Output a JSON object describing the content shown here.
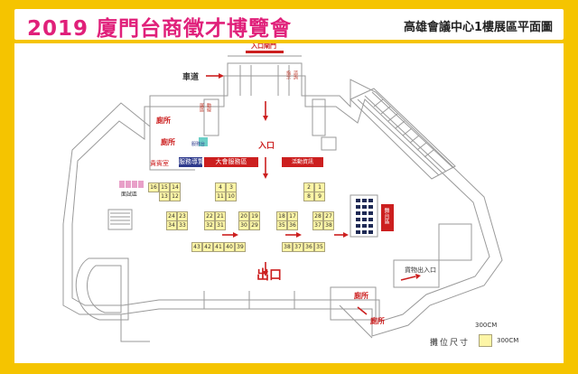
{
  "header": {
    "title": "2019 廈門台商徵才博覽會",
    "subtitle": "高雄會議中心1樓展區平面圖"
  },
  "plan": {
    "entrance_gate_label": "入口閘門",
    "driveway_label": "車道",
    "entrance_label": "入口",
    "exit_label": "出口",
    "restroom_labels": [
      "廁所",
      "廁所",
      "廁所",
      "廁所"
    ],
    "service_desk_label": "服務台",
    "main_banner_label": "大會服務區",
    "left_banner_label": "服務導覽",
    "right_banner_label": "活動資訊",
    "vip_label": "貴賓室",
    "interview_label": "面試區",
    "stage_label": "舞台區",
    "shop_entrance_label": "貨物出入口",
    "side_panel_labels": [
      "展區",
      "動線",
      "指示",
      "諮詢"
    ],
    "booths": [
      "16",
      "15",
      "14",
      "13",
      "12",
      "4",
      "3",
      "11",
      "10",
      "2",
      "1",
      "8",
      "9",
      "24",
      "23",
      "22",
      "21",
      "20",
      "19",
      "18",
      "17",
      "28",
      "27",
      "34",
      "33",
      "32",
      "31",
      "30",
      "29",
      "35",
      "36",
      "37",
      "38",
      "43",
      "42",
      "41",
      "40",
      "39",
      "38",
      "37",
      "36",
      "35"
    ],
    "booth_colors": {
      "fill": "#fdf5a6",
      "border": "#a9a27a"
    },
    "accent_red": "#cc1f1f",
    "accent_pink": "#e0207a",
    "accent_blue": "#2e3a8c"
  },
  "legend": {
    "size_label": "攤位尺寸",
    "width_value": "300CM",
    "height_value": "300CM"
  }
}
